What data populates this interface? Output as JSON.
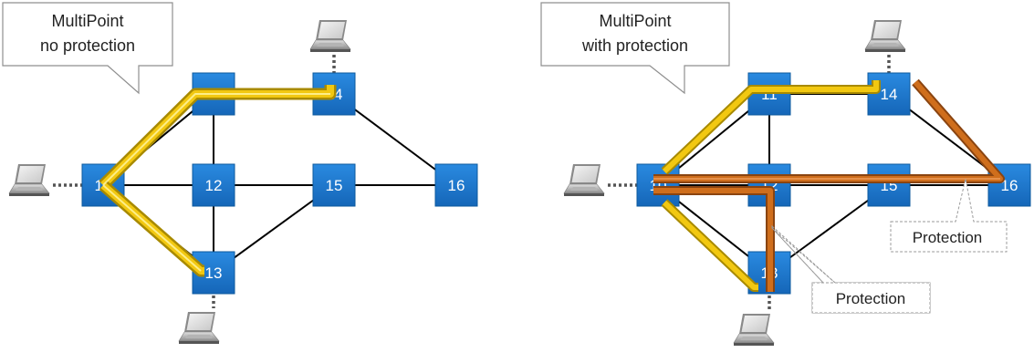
{
  "left_panel": {
    "callout_line1": "MultiPoint",
    "callout_line2": "no protection",
    "nodes": {
      "n10": "10",
      "n11": "11",
      "n12": "12",
      "n13": "13",
      "n14": "14",
      "n15": "15",
      "n16": "16"
    }
  },
  "right_panel": {
    "callout_line1": "MultiPoint",
    "callout_line2": "with protection",
    "nodes": {
      "n10": "10",
      "n11": "11",
      "n12": "12",
      "n13": "13",
      "n14": "14",
      "n15": "15",
      "n16": "16"
    },
    "protection_label_1": "Protection",
    "protection_label_2": "Protection"
  },
  "colors": {
    "node_fill": "#1a77cc",
    "node_stroke": "#0d5a9e",
    "primary_path": "#f2c811",
    "protection_path": "#cf6e1c",
    "link": "#000000"
  },
  "icons": [
    "laptop-icon"
  ]
}
